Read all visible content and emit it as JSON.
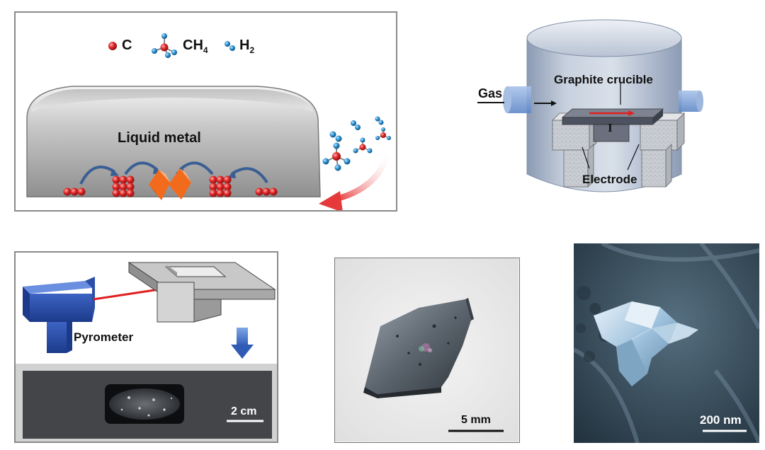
{
  "panel_a": {
    "legend": [
      {
        "icon": "carbon-atom-icon",
        "label": "C",
        "sub": ""
      },
      {
        "icon": "methane-molecule-icon",
        "label": "CH",
        "sub": "4"
      },
      {
        "icon": "hydrogen-molecule-icon",
        "label": "H",
        "sub": "2"
      }
    ],
    "metal_label": "Liquid metal",
    "colors": {
      "atom": "#d42020",
      "h_atom": "#2a8fd0",
      "crystal": "#f26a1b",
      "arrow": "#e63a3a"
    }
  },
  "panel_b": {
    "gas_label": "Gas",
    "crucible_label": "Graphite crucible",
    "current_label": "I",
    "electrode_label": "Electrode"
  },
  "panel_c": {
    "pyrometer_label": "Pyrometer",
    "scale_label": "2 cm"
  },
  "panel_d": {
    "scale_label": "5 mm"
  },
  "panel_e": {
    "scale_label": "200 nm"
  }
}
